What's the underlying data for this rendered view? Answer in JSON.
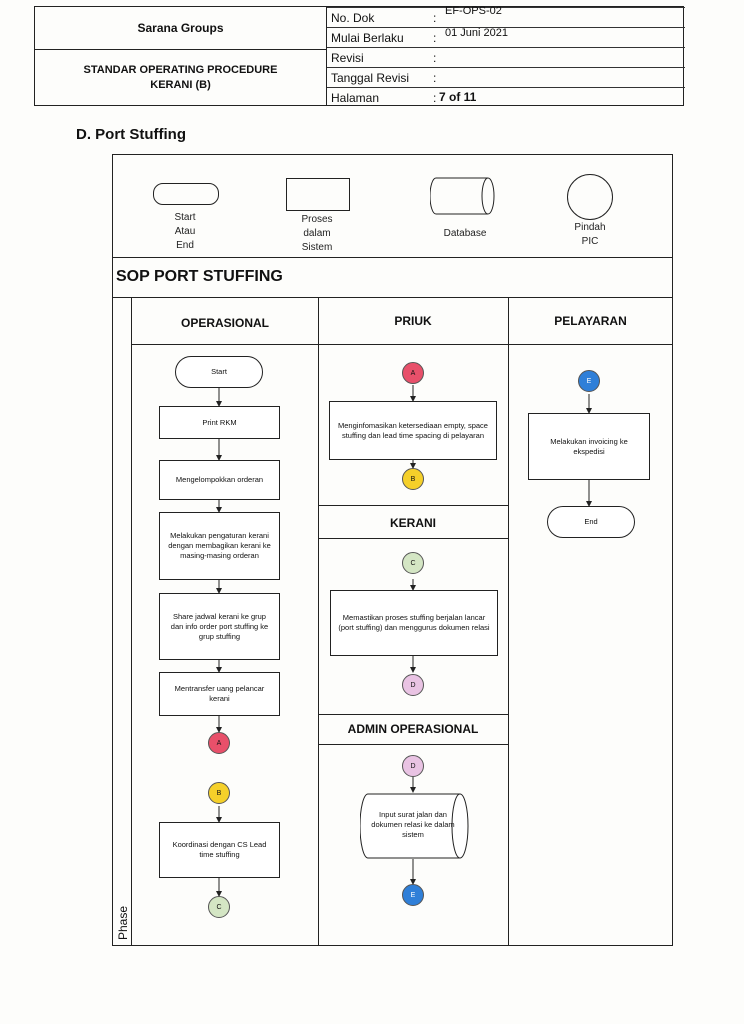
{
  "header": {
    "company": "Sarana Groups",
    "title_line1": "STANDAR OPERATING PROCEDURE",
    "title_line2": "KERANI (B)",
    "meta": [
      {
        "label": "No. Dok",
        "value": "EF-OPS-02"
      },
      {
        "label": "Mulai Berlaku",
        "value": "01 Juni 2021"
      },
      {
        "label": "Revisi",
        "value": ""
      },
      {
        "label": "Tanggal Revisi",
        "value": ""
      },
      {
        "label": "Halaman",
        "value": "7 of 11"
      }
    ]
  },
  "section_title": "D. Port Stuffing",
  "legend": {
    "start_end": [
      "Start",
      "Atau",
      "End"
    ],
    "proses": [
      "Proses",
      "dalam",
      "Sistem"
    ],
    "database": "Database",
    "pindah": [
      "Pindah",
      "PIC"
    ]
  },
  "sop_title": "SOP PORT STUFFING",
  "phase_label": "Phase",
  "lanes": {
    "operasional": "OPERASIONAL",
    "priuk": "PRIUK",
    "pelayaran": "PELAYARAN",
    "kerani": "KERANI",
    "admin": "ADMIN OPERASIONAL"
  },
  "operasional": {
    "start": "Start",
    "step1": "Print RKM",
    "step2": "Mengelompokkan orderan",
    "step3": "Melakukan pengaturan kerani dengan membagikan kerani ke masing-masing orderan",
    "step4": "Share jadwal kerani ke grup dan info order port stuffing ke grup stuffing",
    "step5": "Mentransfer uang pelancar kerani",
    "conn_a": "A",
    "conn_b": "B",
    "step6": "Koordinasi dengan CS Lead time stuffing",
    "conn_c": "C"
  },
  "priuk": {
    "conn_a": "A",
    "step1": "Menginfomasikan ketersediaan empty, space stuffing dan lead time spacing di pelayaran",
    "conn_b": "B"
  },
  "kerani": {
    "conn_c": "C",
    "step1": "Memastikan proses stuffing berjalan lancar (port stuffing) dan menggurus dokumen relasi",
    "conn_d": "D"
  },
  "admin": {
    "conn_d": "D",
    "step1": "Input surat jalan dan dokumen relasi ke dalam sistem",
    "conn_e": "E"
  },
  "pelayaran": {
    "conn_e": "E",
    "step1": "Melakukan invoicing ke ekspedisi",
    "end": "End"
  },
  "colors": {
    "connector_a": "#e8506a",
    "connector_b": "#f5d02a",
    "connector_c": "#d4e6c4",
    "connector_d": "#e9c3e3",
    "connector_e": "#2f7fd8"
  }
}
